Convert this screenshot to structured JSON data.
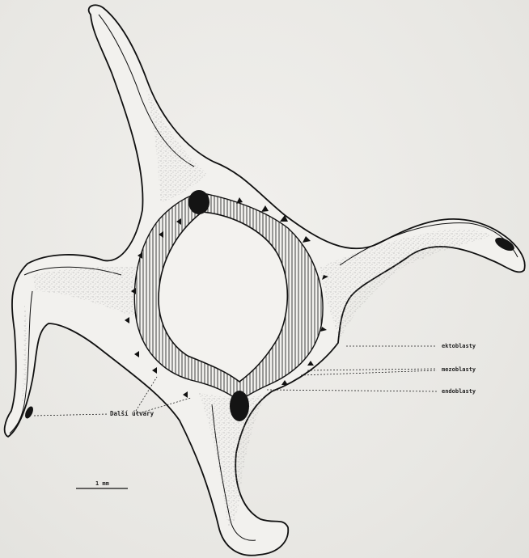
{
  "labels": {
    "right_top": "ektoblasty",
    "right_mid": "mezoblasty",
    "right_bot": "endoblasty",
    "left": "Další útvary",
    "scale": "1 mm"
  },
  "colors": {
    "ink": "#1a1a1a",
    "stipple": "#9a9a9a",
    "paper": "#ecebe8"
  }
}
